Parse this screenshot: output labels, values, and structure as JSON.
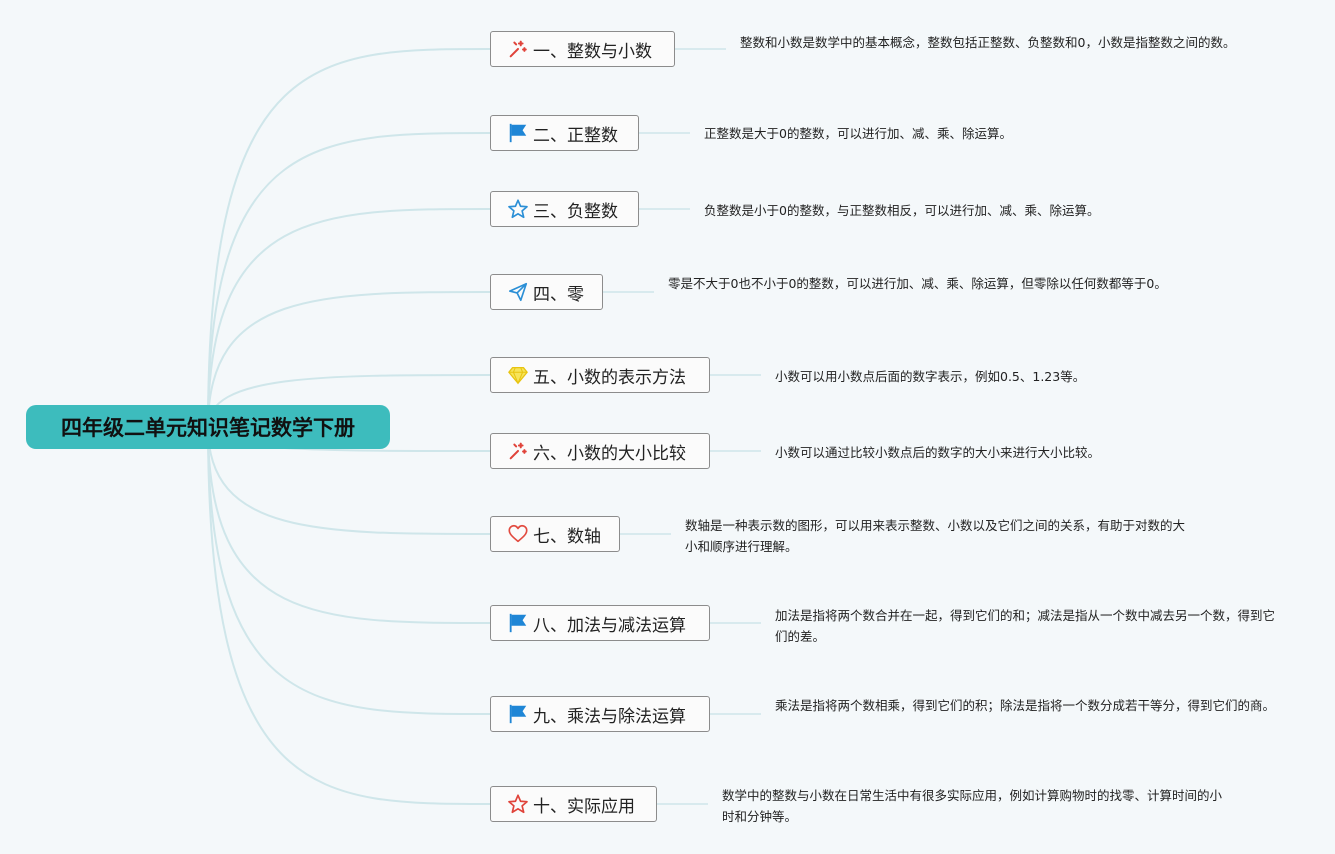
{
  "root": {
    "title": "四年级二单元知识笔记数学下册"
  },
  "branches": [
    {
      "icon": "sparkle-icon",
      "label": "一、整数与小数",
      "note": "整数和小数是数学中的基本概念，整数包括正整数、负整数和0，小数是指整数之间的数。"
    },
    {
      "icon": "flag-icon",
      "label": "二、正整数",
      "note": "正整数是大于0的整数，可以进行加、减、乘、除运算。"
    },
    {
      "icon": "star-icon",
      "label": "三、负整数",
      "note": "负整数是小于0的整数，与正整数相反，可以进行加、减、乘、除运算。"
    },
    {
      "icon": "paper-plane-icon",
      "label": "四、零",
      "note": "零是不大于0也不小于0的整数，可以进行加、减、乘、除运算，但零除以任何数都等于0。"
    },
    {
      "icon": "diamond-icon",
      "label": "五、小数的表示方法",
      "note": "小数可以用小数点后面的数字表示，例如0.5、1.23等。"
    },
    {
      "icon": "sparkle-icon",
      "label": "六、小数的大小比较",
      "note": "小数可以通过比较小数点后的数字的大小来进行大小比较。"
    },
    {
      "icon": "heart-icon",
      "label": "七、数轴",
      "note": "数轴是一种表示数的图形，可以用来表示整数、小数以及它们之间的关系，有助于对数的大小和顺序进行理解。"
    },
    {
      "icon": "flag-icon",
      "label": "八、加法与减法运算",
      "note": "加法是指将两个数合并在一起，得到它们的和；减法是指从一个数中减去另一个数，得到它们的差。"
    },
    {
      "icon": "flag-icon",
      "label": "九、乘法与除法运算",
      "note": "乘法是指将两个数相乘，得到它们的积；除法是指将一个数分成若干等分，得到它们的商。"
    },
    {
      "icon": "star-icon",
      "label": "十、实际应用",
      "note": "数学中的整数与小数在日常生活中有很多实际应用，例如计算购物时的找零、计算时间的小时和分钟等。"
    }
  ],
  "colors": {
    "root_bg": "#3dbcbd",
    "connector": "#cfe6ea",
    "sparkle": "#e0433a",
    "flag": "#1f86d6",
    "star_blue": "#2b8fd6",
    "plane": "#2b8fd6",
    "diamond": "#f2d51b",
    "heart": "#e24b40",
    "star_red": "#e0433a"
  }
}
